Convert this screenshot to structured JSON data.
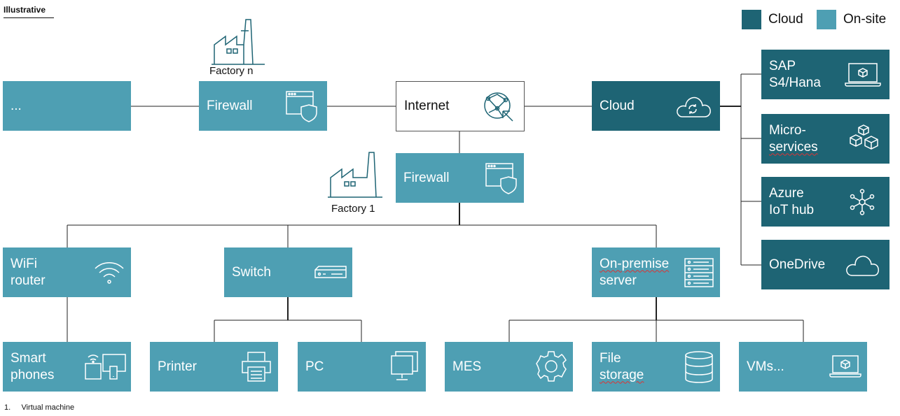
{
  "header": {
    "tag": "Illustrative"
  },
  "legend": [
    {
      "label": "Cloud",
      "color": "#1e6474"
    },
    {
      "label": "On-site",
      "color": "#4e9fb3"
    }
  ],
  "footnote": "1.     Virtual machine",
  "factories": [
    {
      "label": "Factory n"
    },
    {
      "label": "Factory 1"
    }
  ],
  "nodes": {
    "dots": {
      "label": "..."
    },
    "firewall_n": {
      "label": "Firewall",
      "icon": "firewall-icon"
    },
    "internet": {
      "label": "Internet",
      "icon": "globe-network-icon"
    },
    "cloud": {
      "label": "Cloud",
      "icon": "cloud-sync-icon"
    },
    "firewall_1": {
      "label": "Firewall",
      "icon": "firewall-icon"
    },
    "sap": {
      "label": "SAP\nS4/Hana",
      "icon": "laptop-cube-icon"
    },
    "micro": {
      "label_a": "Micro-",
      "label_b": "services",
      "icon": "cubes-icon"
    },
    "azure": {
      "label": "Azure\nIoT hub",
      "icon": "hub-icon"
    },
    "onedrive": {
      "label": "OneDrive",
      "icon": "cloud-icon"
    },
    "wifi": {
      "label": "WiFi\nrouter",
      "icon": "wifi-icon"
    },
    "switch": {
      "label": "Switch",
      "icon": "switch-icon"
    },
    "server": {
      "label_a": "On-premise",
      "label_b": "server",
      "icon": "server-rack-icon"
    },
    "phones": {
      "label": "Smart\nphones",
      "icon": "devices-icon"
    },
    "printer": {
      "label": "Printer",
      "icon": "printer-icon"
    },
    "pc": {
      "label": "PC",
      "icon": "monitor-icon"
    },
    "mes": {
      "label": "MES",
      "icon": "gear-icon"
    },
    "file": {
      "label_a": "File",
      "label_b": "storage",
      "icon": "database-icon"
    },
    "vms": {
      "label": "VMs...",
      "icon": "laptop-cube-icon"
    }
  }
}
